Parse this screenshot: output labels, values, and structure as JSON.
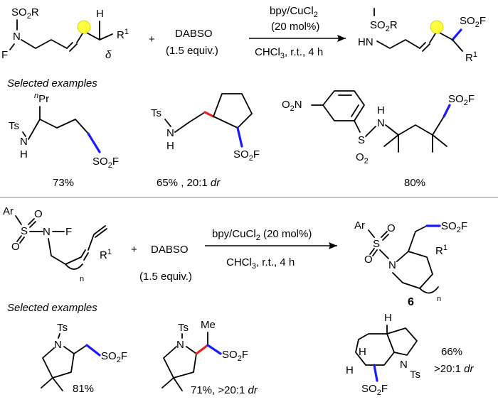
{
  "scheme1": {
    "reagent_top": "bpy/CuCl",
    "reagent_top_sub": "2",
    "loading": "(20 mol%)",
    "conditions": "CHCl",
    "conditions_sub": "3",
    "conditions_rest": ", r.t., 4 h",
    "dabso": "DABSO",
    "dabso_equiv": "(1.5 equiv.)",
    "plus": "+",
    "selected_label": "Selected examples",
    "sm_atoms": {
      "so2r": "SO",
      "so2r_sub": "2",
      "so2r_r": "R",
      "n": "N",
      "f": "F",
      "h": "H",
      "delta": "δ",
      "r1": "R",
      "r1_sup": "1"
    },
    "prod_atoms": {
      "so2r": "SO",
      "so2r_sub": "2",
      "so2r_r": "R",
      "hn": "HN",
      "so2f": "SO",
      "so2f_sub": "2",
      "so2f_f": "F",
      "r1": "R",
      "r1_sup": "1"
    },
    "examples": [
      {
        "yield": "73%",
        "ts": "Ts",
        "nh": "N",
        "h": "H",
        "npr": "Pr",
        "npr_sup": "n",
        "so2f": "SO",
        "so2f_sub": "2",
        "so2f_f": "F"
      },
      {
        "yield": "65% , 20:1",
        "dr": "dr",
        "ts": "Ts",
        "nh": "N",
        "h": "H",
        "so2f": "SO",
        "so2f_sub": "2",
        "so2f_f": "F"
      },
      {
        "yield": "80%",
        "o2n": "O",
        "o2n_sub": "2",
        "o2n_n": "N",
        "s": "S",
        "o2": "O",
        "o2_sub": "2",
        "n": "N",
        "h": "H",
        "so2f": "SO",
        "so2f_sub": "2",
        "so2f_f": "F"
      }
    ]
  },
  "scheme2": {
    "reagent_top": "bpy/CuCl",
    "reagent_top_sub": "2",
    "reagent_top_rest": " (20 mol%)",
    "conditions": "CHCl",
    "conditions_sub": "3",
    "conditions_rest": ", r.t., 4 h",
    "dabso": "DABSO",
    "dabso_equiv": "(1.5 equiv.)",
    "plus": "+",
    "compound_number": "6",
    "selected_label": "Selected examples",
    "sm_atoms": {
      "ar": "Ar",
      "s": "S",
      "o1": "O",
      "o2": "O",
      "n": "N",
      "f": "F",
      "r1": "R",
      "r1_sup": "1",
      "n_sub": "n"
    },
    "prod_atoms": {
      "ar": "Ar",
      "s": "S",
      "o1": "O",
      "o2": "O",
      "n": "N",
      "so2f": "SO",
      "so2f_sub": "2",
      "so2f_f": "F",
      "r1": "R",
      "r1_sup": "1",
      "n_sub": "n"
    },
    "examples": [
      {
        "yield": "81%",
        "ts": "Ts",
        "n": "N",
        "so2f": "SO",
        "so2f_sub": "2",
        "so2f_f": "F"
      },
      {
        "yield": "71%, >20:1",
        "dr": "dr",
        "ts": "Ts",
        "n": "N",
        "me": "Me",
        "so2f": "SO",
        "so2f_sub": "2",
        "so2f_f": "F"
      },
      {
        "yield": "66%",
        "dr_line": ">20:1",
        "dr": "dr",
        "ts": "Ts",
        "n": "N",
        "h1": "H",
        "h2": "H",
        "h3": "H",
        "so2f": "SO",
        "so2f_sub": "2",
        "so2f_f": "F"
      }
    ]
  }
}
